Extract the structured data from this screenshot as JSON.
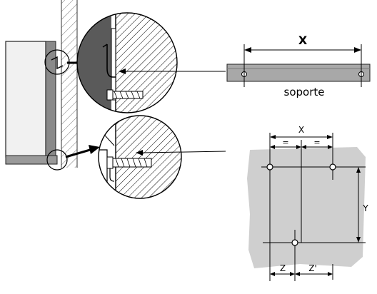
{
  "labels": {
    "bracket_width": "X",
    "bracket_caption": "soporte",
    "width": "X",
    "equal_left": "=",
    "equal_right": "=",
    "height": "Y",
    "offset_left": "Z",
    "offset_right": "Z'"
  }
}
